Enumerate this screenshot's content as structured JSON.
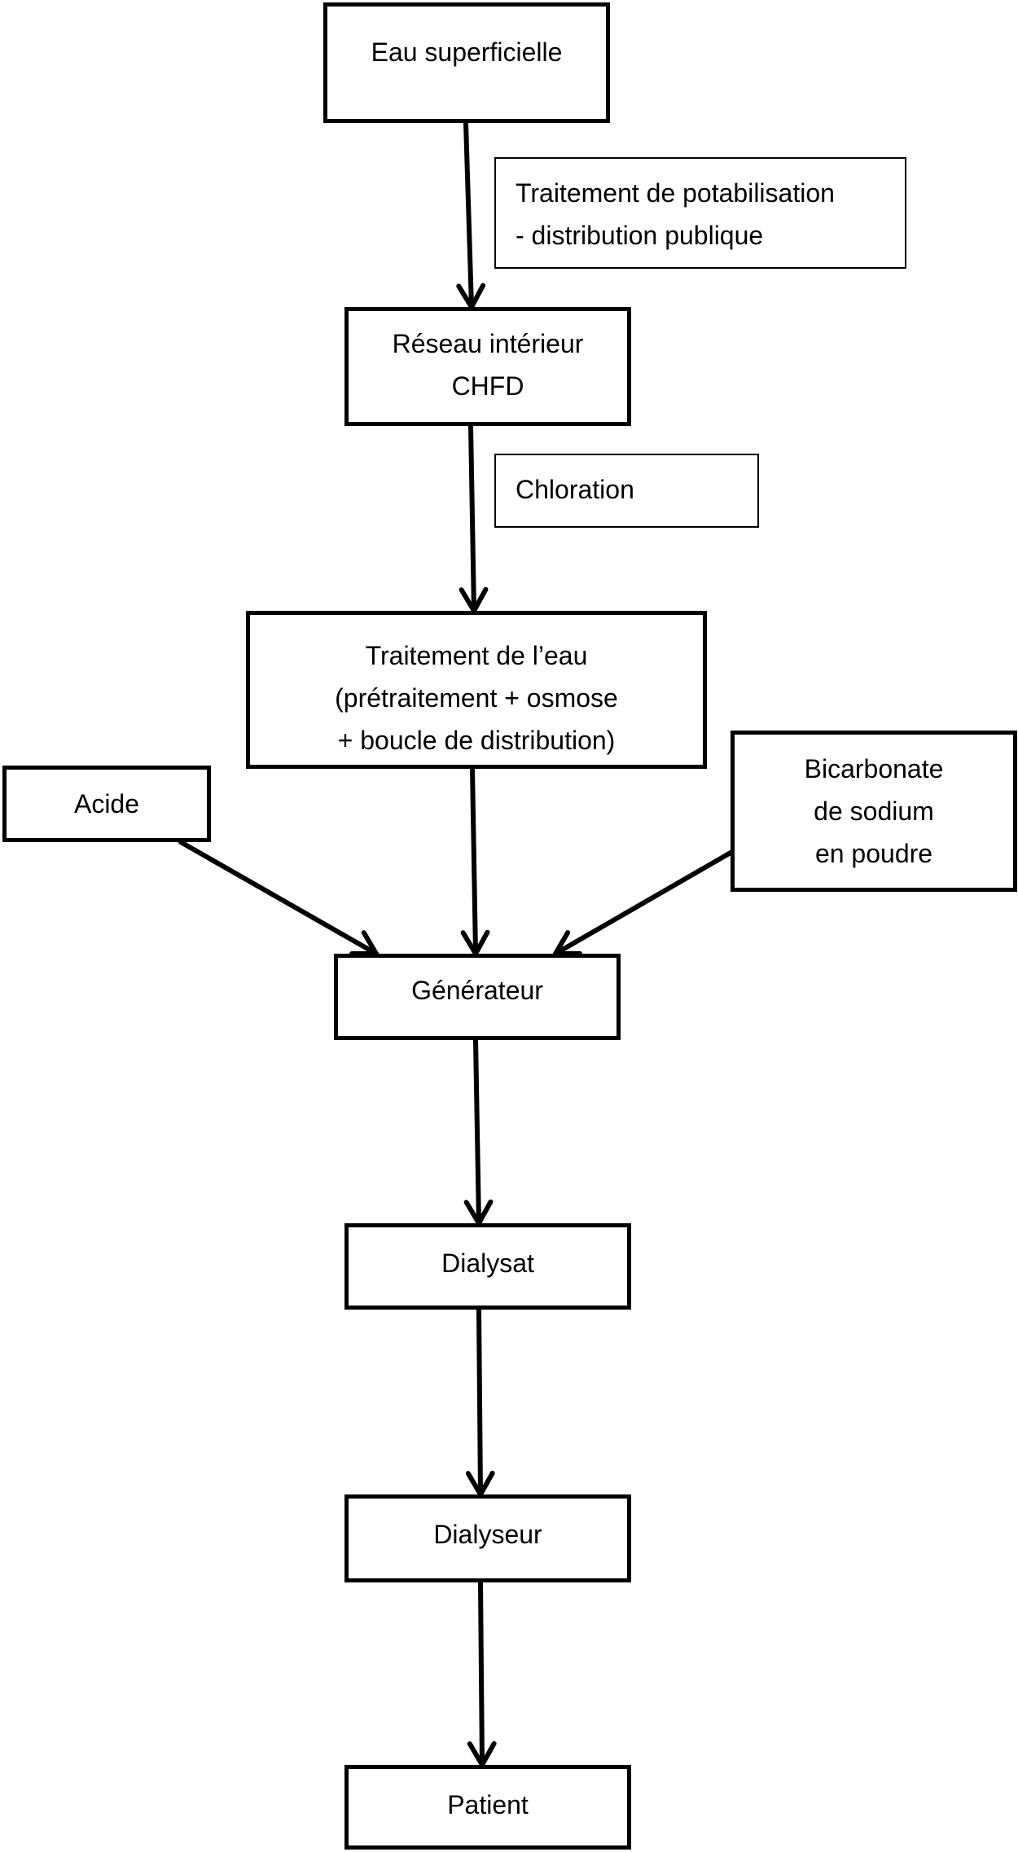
{
  "nodes": {
    "eau_superficielle": {
      "lines": [
        "Eau superficielle"
      ]
    },
    "reseau_interieur": {
      "lines": [
        "Réseau intérieur",
        "CHFD"
      ]
    },
    "traitement_eau": {
      "lines": [
        "Traitement de l’eau",
        "(prétraitement + osmose",
        "+ boucle de distribution)"
      ]
    },
    "acide": {
      "lines": [
        "Acide"
      ]
    },
    "bicarbonate": {
      "lines": [
        "Bicarbonate",
        "de sodium",
        "en poudre"
      ]
    },
    "generateur": {
      "lines": [
        "Générateur"
      ]
    },
    "dialysat": {
      "lines": [
        "Dialysat"
      ]
    },
    "dialyseur": {
      "lines": [
        "Dialyseur"
      ]
    },
    "patient": {
      "lines": [
        "Patient"
      ]
    }
  },
  "notes": {
    "potabilisation": {
      "lines": [
        "Traitement de potabilisation",
        "- distribution publique"
      ]
    },
    "chloration": {
      "lines": [
        "Chloration"
      ]
    }
  },
  "edges": [
    {
      "from": "eau_superficielle",
      "to": "reseau_interieur"
    },
    {
      "from": "reseau_interieur",
      "to": "traitement_eau"
    },
    {
      "from": "traitement_eau",
      "to": "generateur"
    },
    {
      "from": "acide",
      "to": "generateur"
    },
    {
      "from": "bicarbonate",
      "to": "generateur"
    },
    {
      "from": "generateur",
      "to": "dialysat"
    },
    {
      "from": "dialysat",
      "to": "dialyseur"
    },
    {
      "from": "dialyseur",
      "to": "patient"
    }
  ],
  "colors": {
    "stroke": "#000000",
    "background": "#ffffff"
  }
}
